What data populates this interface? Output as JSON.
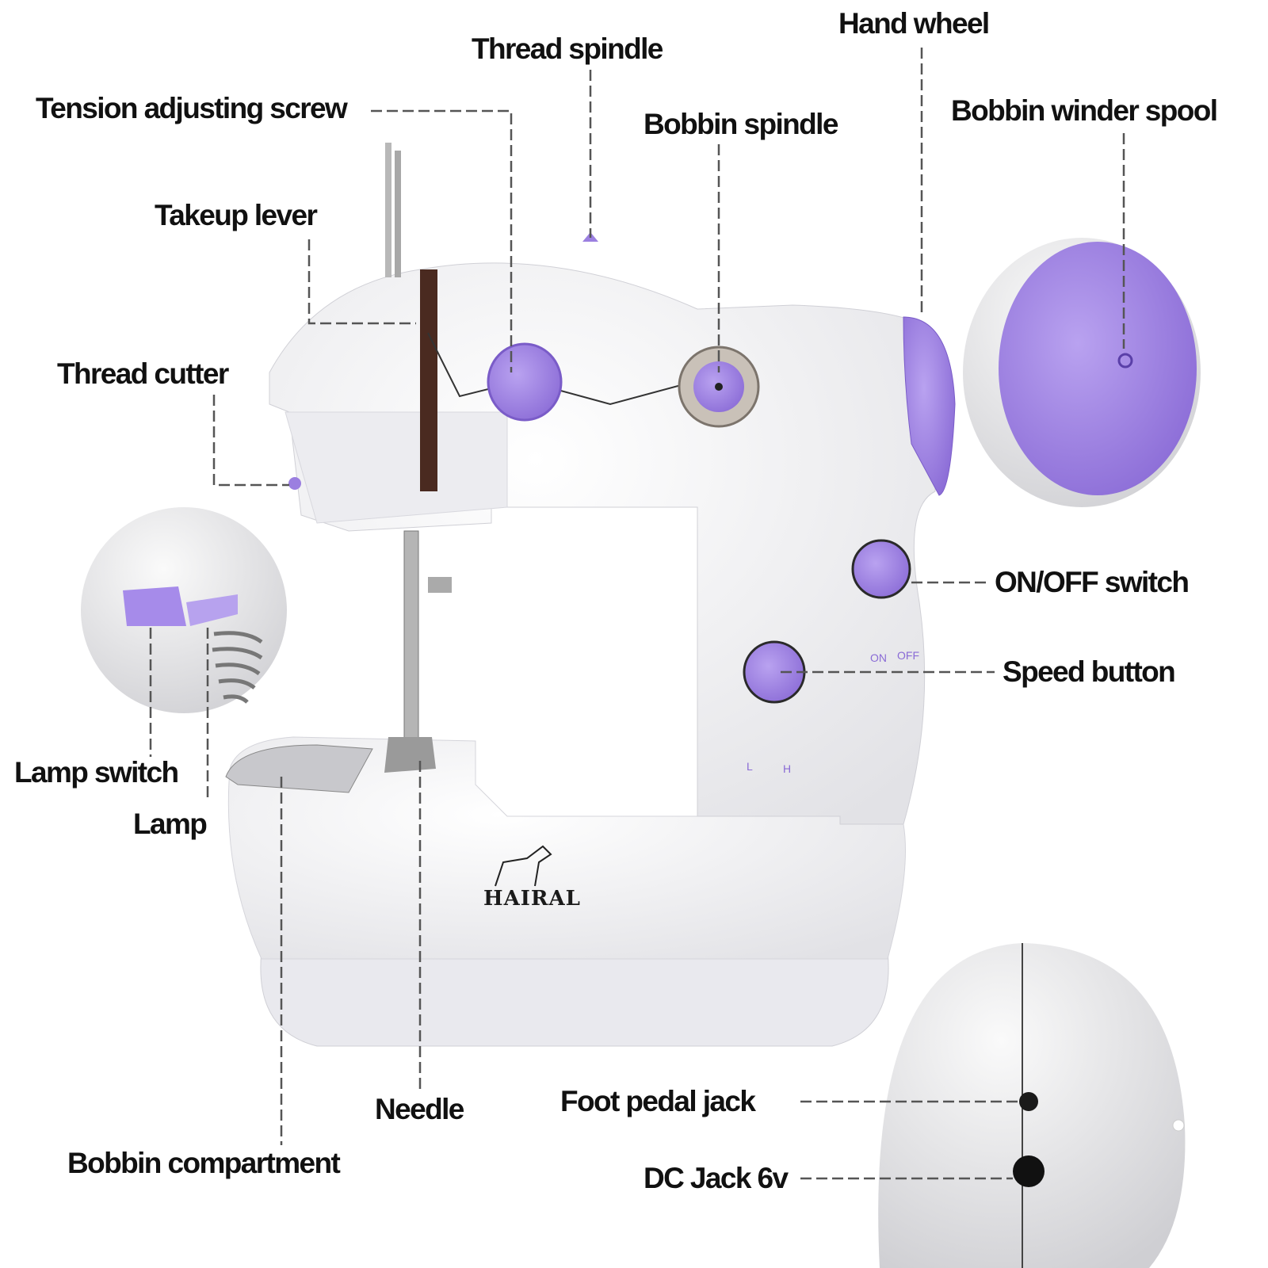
{
  "labels": {
    "hand_wheel": "Hand wheel",
    "thread_spindle": "Thread spindle",
    "tension_screw": "Tension adjusting screw",
    "bobbin_spindle": "Bobbin spindle",
    "bobbin_winder_spool": "Bobbin winder spool",
    "takeup_lever": "Takeup lever",
    "thread_cutter": "Thread cutter",
    "on_off_switch": "ON/OFF switch",
    "speed_button": "Speed button",
    "lamp_switch": "Lamp switch",
    "lamp": "Lamp",
    "needle": "Needle",
    "foot_pedal_jack": "Foot pedal jack",
    "bobbin_compartment": "Bobbin compartment",
    "dc_jack": "DC Jack 6v"
  },
  "machine_marks": {
    "on": "ON",
    "off": "OFF",
    "low": "L",
    "high": "H"
  },
  "brand": "HAIRAL",
  "colors": {
    "accent": "#9b7fe0",
    "accent_dark": "#7a5cc8",
    "body": "#f4f4f6",
    "line": "#555555"
  }
}
